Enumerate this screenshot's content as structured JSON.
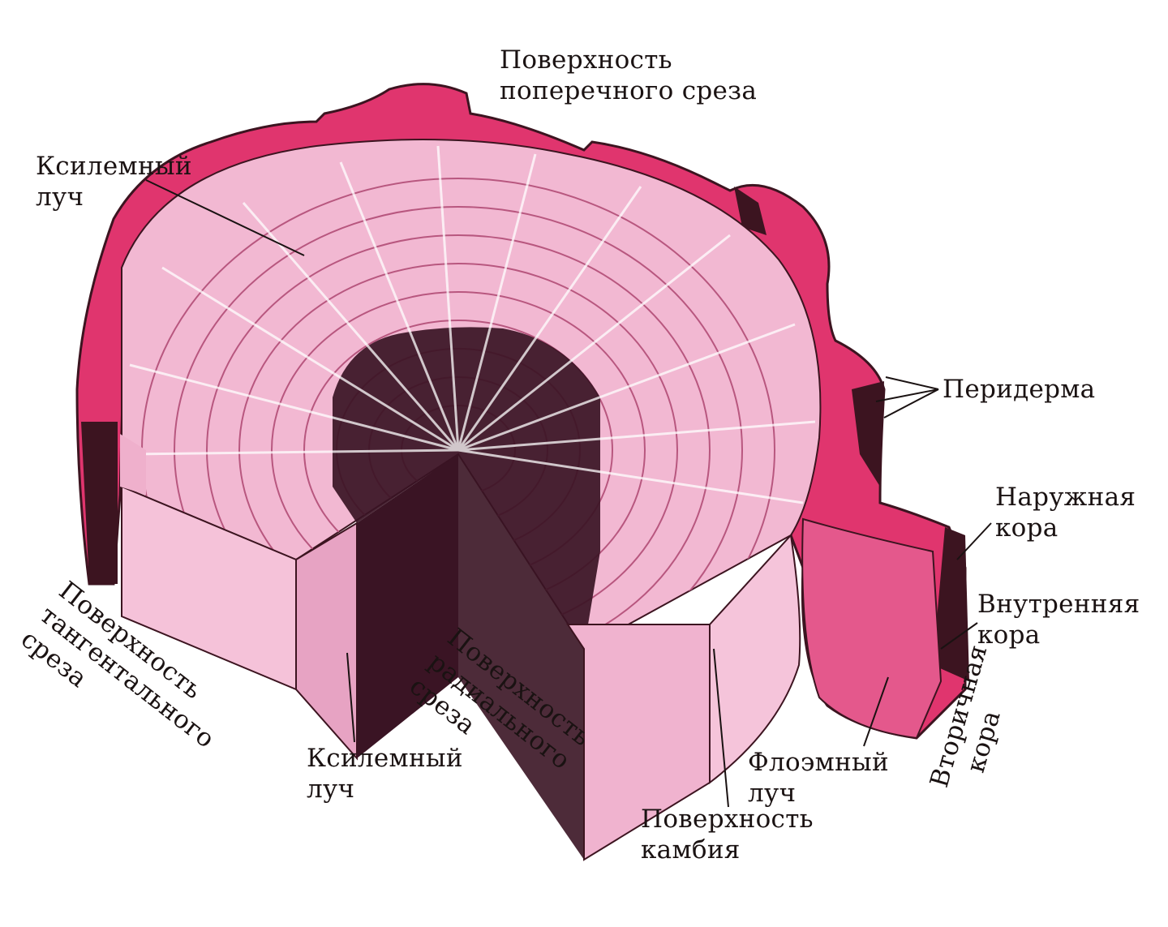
{
  "colors": {
    "wood_light": "#f2b8d2",
    "wood_mid": "#e98fb6",
    "heartwood": "#3a1424",
    "bark": "#e0356e",
    "bark_dark": "#3c1420",
    "ink": "#1a1212"
  },
  "labels": {
    "cross_section": {
      "line1": "Поверхность",
      "line2": "поперечного среза"
    },
    "xylem_ray_top": {
      "line1": "Ксилемный",
      "line2": "луч"
    },
    "periderm": "Перидерма",
    "outer_bark": {
      "line1": "Наружная",
      "line2": "кора"
    },
    "inner_bark": {
      "line1": "Внутренняя",
      "line2": "кора"
    },
    "secondary_bark": {
      "line1": "Вторичная",
      "line2": "кора"
    },
    "tangential": {
      "line1": "Поверхность",
      "line2": "тангентального",
      "line3": "среза"
    },
    "radial": {
      "line1": "Поверхность",
      "line2": "радиального",
      "line3": "среза"
    },
    "xylem_ray_bottom": {
      "line1": "Ксилемный",
      "line2": "луч"
    },
    "phloem_ray": {
      "line1": "Флоэмный",
      "line2": "луч"
    },
    "cambium": {
      "line1": "Поверхность",
      "line2": "камбия"
    }
  }
}
